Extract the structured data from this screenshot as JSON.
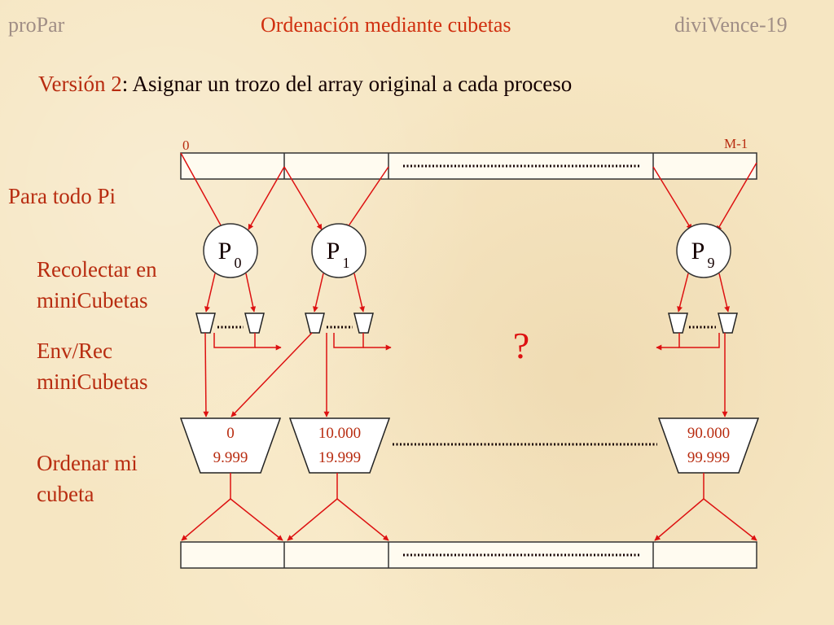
{
  "header": {
    "left": "proPar",
    "title": "Ordenación mediante cubetas",
    "right": "diviVence-19"
  },
  "subtitle": {
    "lead": "Versión 2",
    "rest": ": Asignar un trozo del array original a cada proceso"
  },
  "array": {
    "start_index": "0",
    "end_index": "M-1"
  },
  "steps": {
    "for_all": "Para todo Pi",
    "collect": "Recolectar en miniCubetas",
    "exchange": "Env/Rec miniCubetas",
    "sort": "Ordenar mi cubeta"
  },
  "processes": [
    {
      "base": "P",
      "sub": "0"
    },
    {
      "base": "P",
      "sub": "1"
    },
    {
      "base": "P",
      "sub": "9"
    }
  ],
  "unknown_mark": "?",
  "buckets": [
    {
      "from": "0",
      "to": "9.999"
    },
    {
      "from": "10.000",
      "to": "19.999"
    },
    {
      "from": "90.000",
      "to": "99.999"
    }
  ],
  "colors": {
    "arrow": "#dd1111",
    "text": "#b82c10",
    "dark": "#140000",
    "header_side": "#a08e86"
  }
}
